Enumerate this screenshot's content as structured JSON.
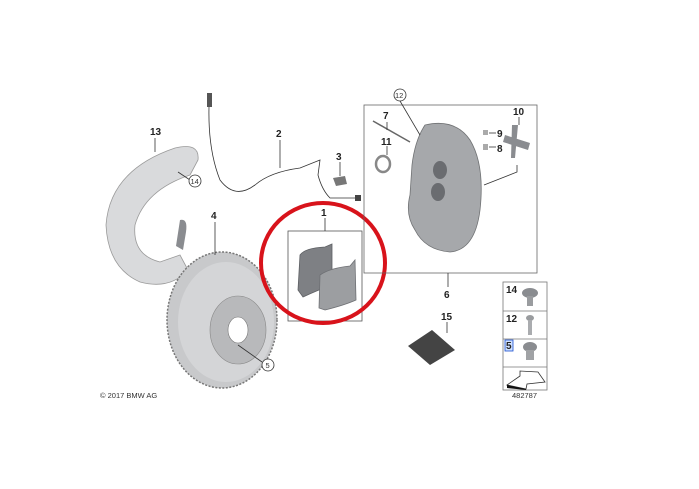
{
  "diagram": {
    "copyright": "© 2017 BMW AG",
    "diagram_number": "482787",
    "highlight_color": "#d8131b",
    "callouts": {
      "pads": "1",
      "sensor": "2",
      "bracket": "3",
      "disc": "4",
      "disc_screw": "5",
      "caliper": "6",
      "bleeder": "7",
      "cap8": "8",
      "cap9": "9",
      "spring": "10",
      "seal": "11",
      "caliper_circled": "12",
      "shield": "13",
      "shield_screw": "14",
      "wear_paste": "15"
    },
    "hardware_panel": [
      {
        "label": "14",
        "icon": "hex-flange-bolt-icon"
      },
      {
        "label": "12",
        "icon": "bolt-icon"
      },
      {
        "label": "5",
        "icon": "screw-icon",
        "selected": true
      },
      {
        "label": "",
        "icon": "arrow-reference-icon"
      }
    ]
  }
}
